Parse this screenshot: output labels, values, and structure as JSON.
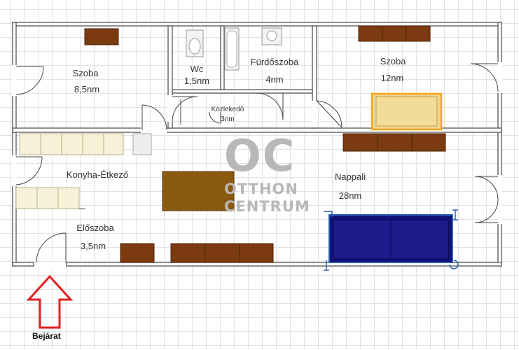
{
  "rooms": {
    "szoba_left": {
      "name": "Szoba",
      "area": "8,5nm"
    },
    "wc": {
      "name": "Wc",
      "area": "1,5nm"
    },
    "furdo": {
      "name": "Fürdőszoba",
      "area": "4nm"
    },
    "szoba_right": {
      "name": "Szoba",
      "area": "12nm"
    },
    "kozlekedo": {
      "name": "Közlekedő",
      "area": "3nm"
    },
    "konyha": {
      "name": "Konyha-Étkező"
    },
    "nappali": {
      "name": "Nappali",
      "area": "28nm"
    },
    "eloszoba": {
      "name": "Előszoba",
      "area": "3,5nm"
    }
  },
  "entrance": {
    "label": "Bejárat"
  },
  "watermark": {
    "mark": "OC",
    "line1": "OTTHON",
    "line2": "CENTRUM"
  },
  "colors": {
    "wall": "#555555",
    "furniture_wood": "#7b3a10",
    "table": "#8b5a12",
    "kitchen_counter": "#f6f2d8",
    "sofa": "#12127a",
    "selection_handle": "#2a5fb5",
    "bed_highlight": "#f3a51f",
    "arrow": "#e02020",
    "watermark": "#b8b8b8"
  }
}
